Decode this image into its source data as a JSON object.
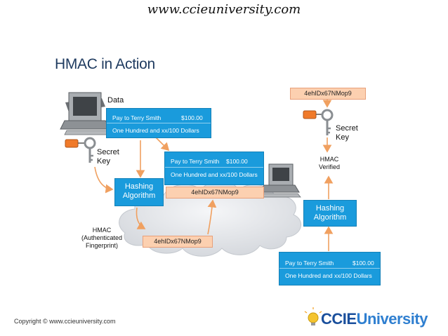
{
  "header_url": "www.ccieuniversity.com",
  "title": "HMAC in Action",
  "copyright": "Copyright © www.ccieuniversity.com",
  "logo": {
    "part1": "CCIE",
    "part2": "University"
  },
  "labels": {
    "data": "Data",
    "secret_key_left": [
      "Secret",
      "Key"
    ],
    "secret_key_right": [
      "Secret",
      "Key"
    ],
    "hmac_verified": [
      "HMAC",
      "Verified"
    ],
    "hmac_fingerprint": [
      "HMAC",
      "(Authenticated",
      "Fingerprint)"
    ]
  },
  "message_boxes": [
    {
      "id": "sender",
      "line1": "Pay to Terry Smith",
      "amount": "$100.00",
      "line2": "One Hundred and xx/100  Dollars"
    },
    {
      "id": "transit",
      "line1": "Pay to Terry Smith",
      "amount": "$100.00",
      "line2": "One Hundred and xx/100  Dollars"
    },
    {
      "id": "receiver",
      "line1": "Pay to Terry Smith",
      "amount": "$100.00",
      "line2": "One Hundred and xx/100  Dollars"
    }
  ],
  "hashing_boxes": [
    {
      "id": "left",
      "line1": "Hashing",
      "line2": "Algorithm"
    },
    {
      "id": "right",
      "line1": "Hashing",
      "line2": "Algorithm"
    }
  ],
  "hmac_values": {
    "sender_output": "4ehIDx67NMop9",
    "transit": "4ehIDx67NMop9",
    "receiver_result": "4ehIDx67NMop9"
  },
  "colors": {
    "box_blue": "#1a9bdc",
    "hmac_peach": "#fcd0b0",
    "arrow_orange": "#f0a060",
    "title_navy": "#1e3a5f",
    "cloud": "#e4e6ea"
  },
  "icons": [
    "computer-icon",
    "key-icon",
    "lightbulb-icon",
    "cloud-shape"
  ]
}
